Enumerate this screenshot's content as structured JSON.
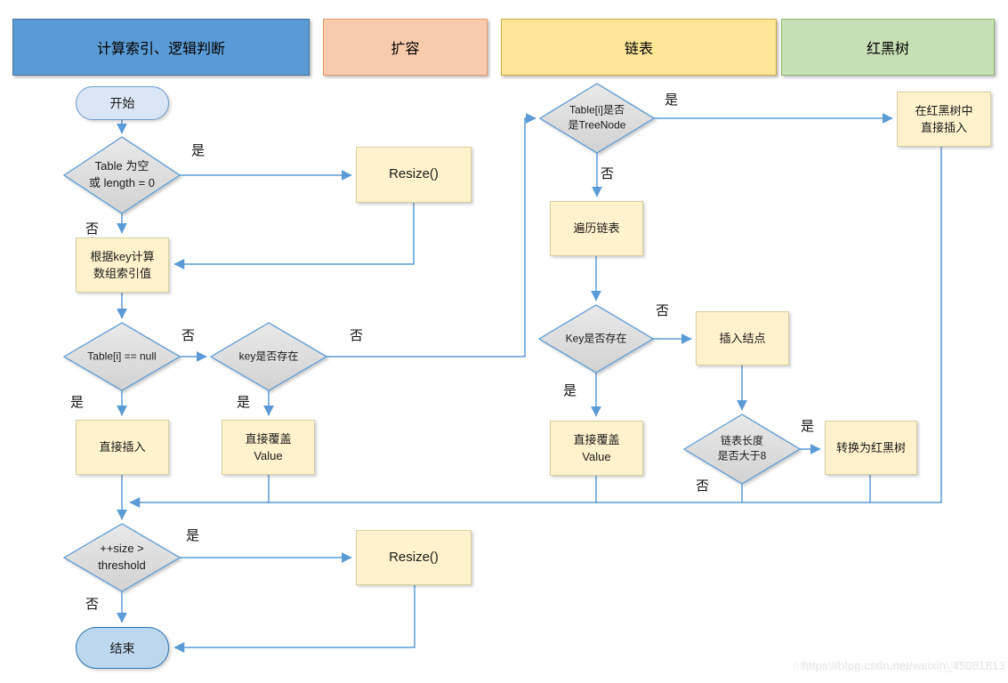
{
  "headers": [
    {
      "label": "计算索引、逻辑判断"
    },
    {
      "label": "扩容"
    },
    {
      "label": "链表"
    },
    {
      "label": "红黑树"
    }
  ],
  "labels": {
    "yes": "是",
    "no": "否"
  },
  "nodes": {
    "start": {
      "label": "开始"
    },
    "d_table_empty": {
      "line1": "Table 为空",
      "line2": "或 length = 0"
    },
    "resize1": {
      "label": "Resize()"
    },
    "root_calc": {
      "line1": "根据key计算",
      "line2": "数组索引值"
    },
    "d_table_i_null": {
      "label": "Table[i] == null"
    },
    "d_key_exists_left": {
      "label": "key是否存在"
    },
    "insert_direct": {
      "label": "直接插入"
    },
    "overwrite_left": {
      "line1": "直接覆盖",
      "line2": "Value"
    },
    "d_is_treenode": {
      "line1": "Table[i]是否",
      "line2": "是TreeNode"
    },
    "rb_insert": {
      "line1": "在红黑树中",
      "line2": "直接插入"
    },
    "traverse_list": {
      "label": "遍历链表"
    },
    "d_key_exists_right": {
      "label": "Key是否存在"
    },
    "insert_node": {
      "label": "插入结点"
    },
    "overwrite_right": {
      "line1": "直接覆盖",
      "line2": "Value"
    },
    "d_list_length": {
      "line1": "链表长度",
      "line2": "是否大于8"
    },
    "to_rbtree": {
      "label": "转换为红黑树"
    },
    "d_size_threshold": {
      "line1": "++size >",
      "line2": "threshold"
    },
    "resize2": {
      "label": "Resize()"
    },
    "end": {
      "label": "结束"
    }
  },
  "watermark": "https://blog.csdn.net/weixin_45081813",
  "colors": {
    "connector": "#5b9bd5",
    "decision_fill": "#d9d9d9",
    "process_fill": "#fff2cc",
    "start_fill": "#dae6f5",
    "end_fill": "#bdd7ee",
    "header_blue": "#5b9bd5",
    "header_orange": "#f8cbad",
    "header_yellow": "#ffe699",
    "header_green": "#c6e0b4"
  }
}
